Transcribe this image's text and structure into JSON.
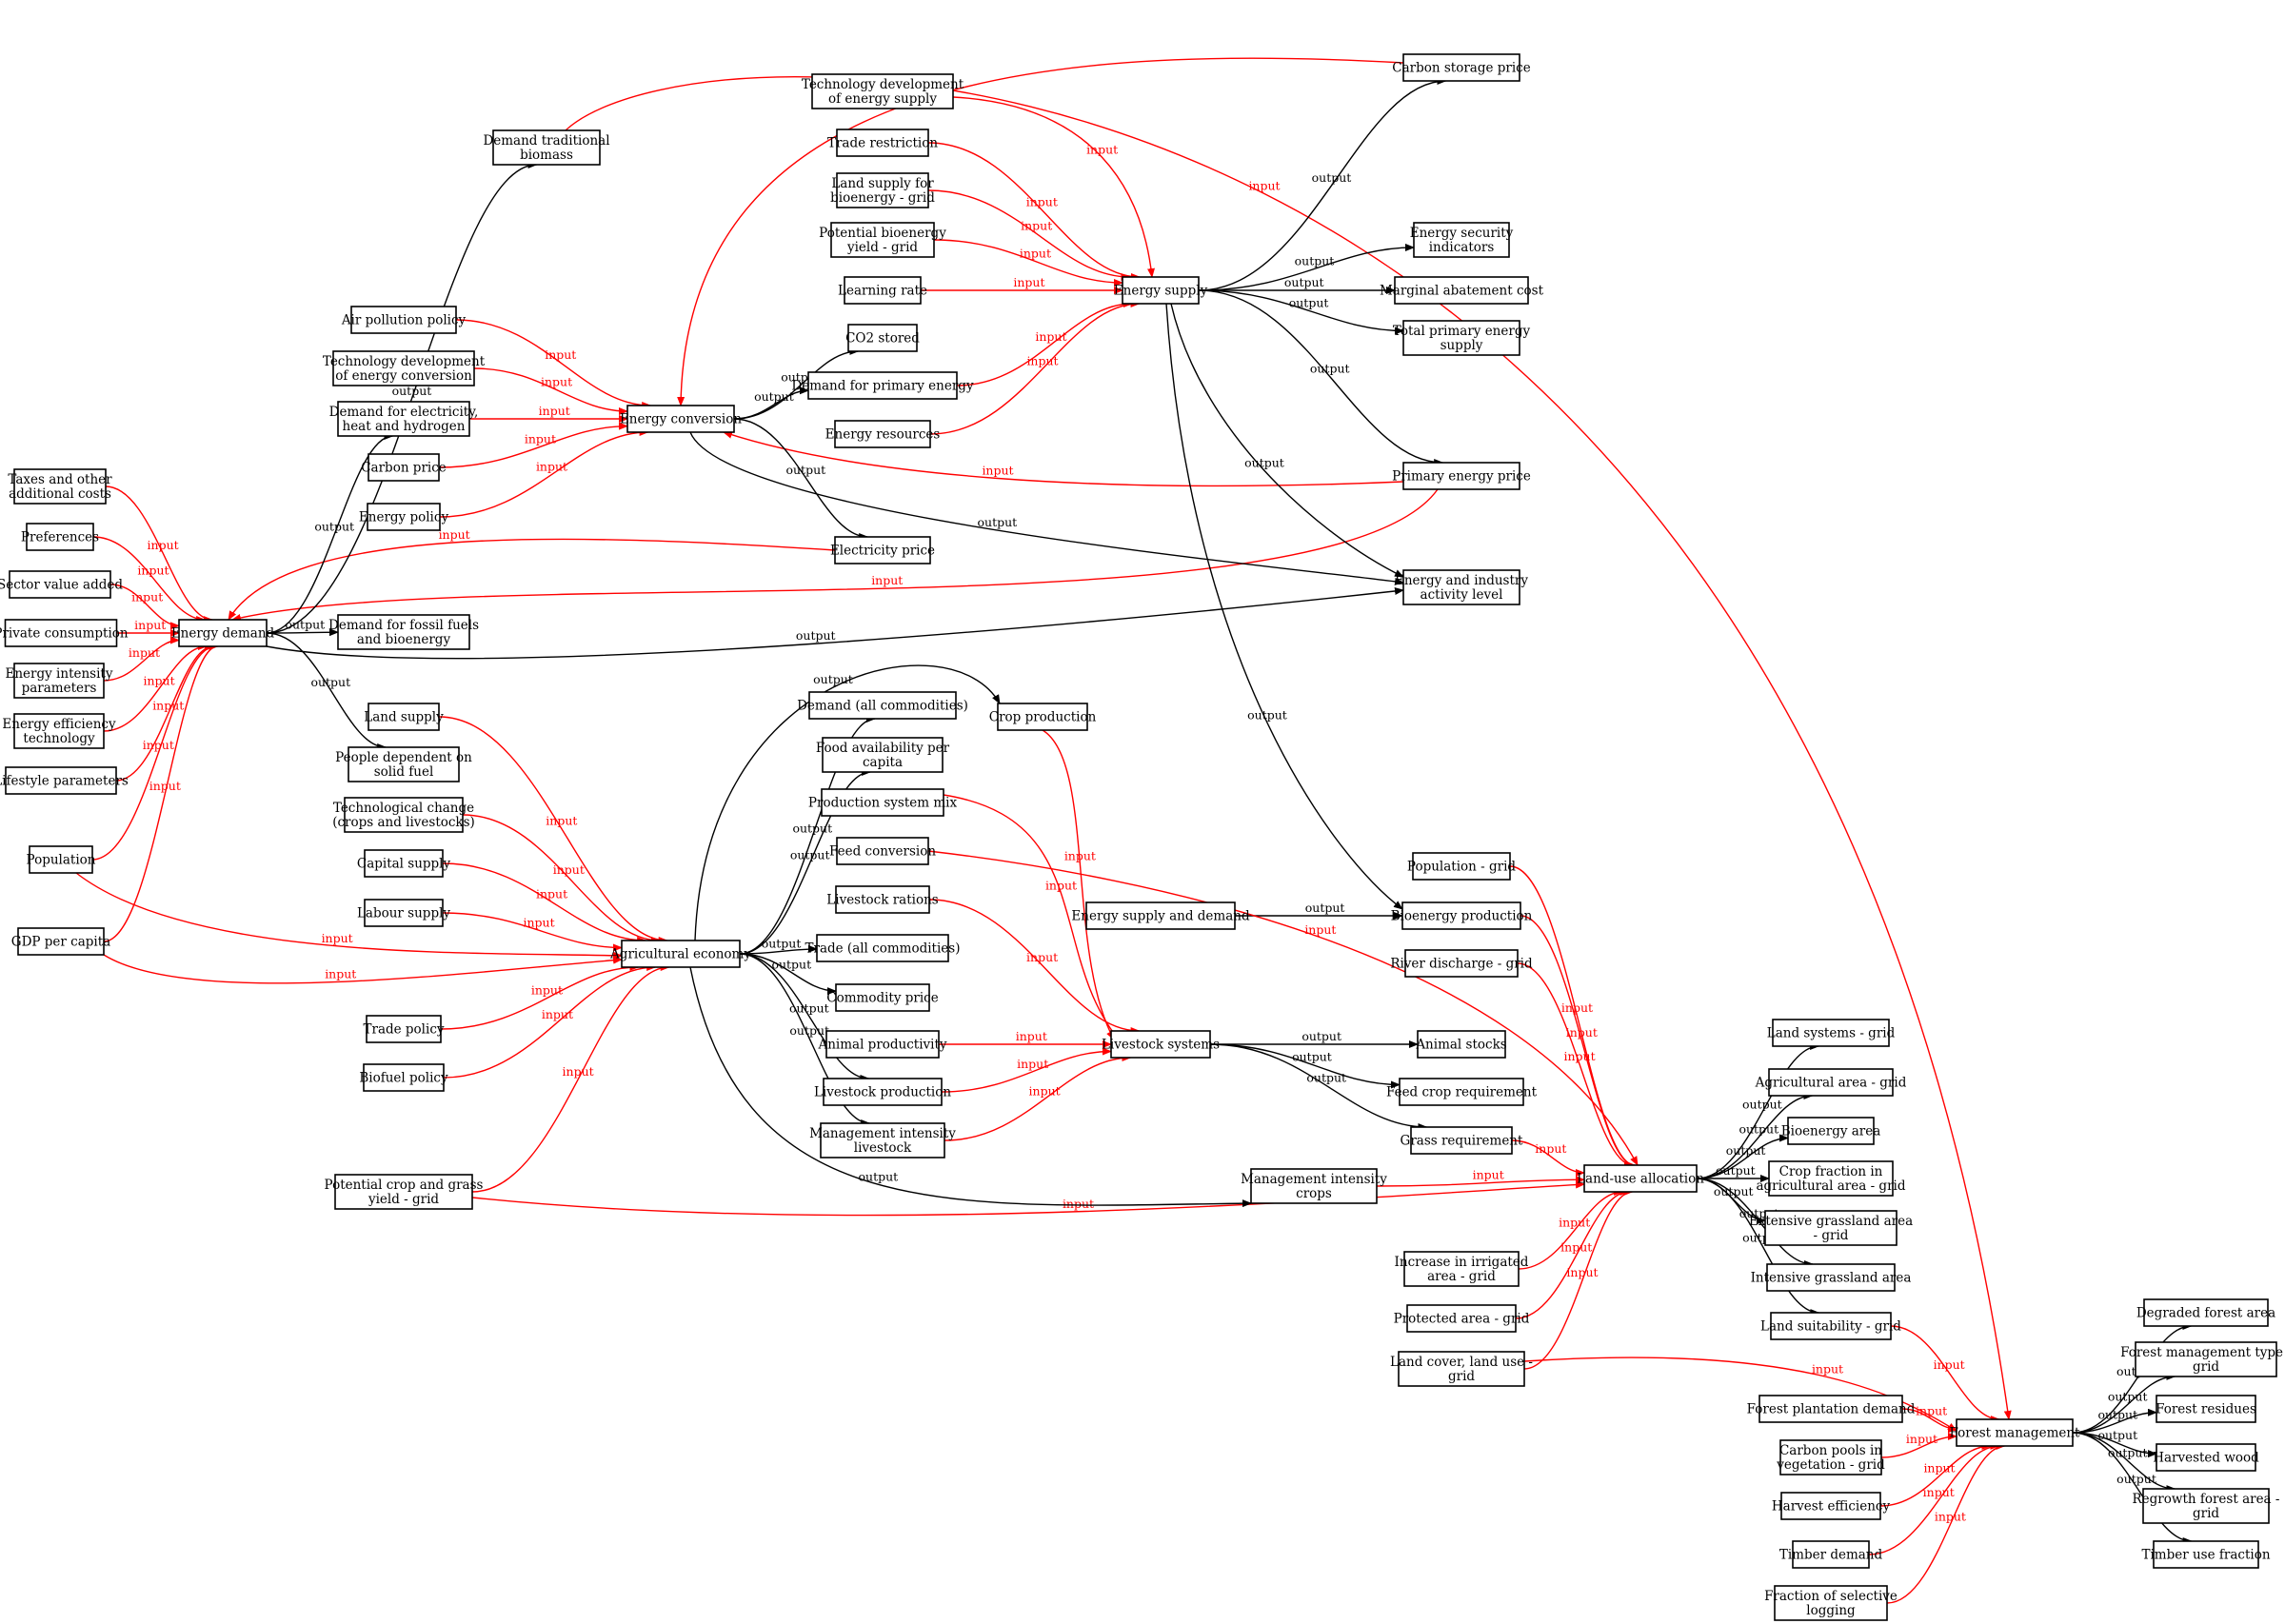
{
  "edge_labels": {
    "input": "input",
    "output": "output"
  },
  "colors": {
    "input": "#ff0000",
    "output": "#000000"
  },
  "nodes": [
    {
      "id": "taxes",
      "lines": [
        "Taxes and other",
        "additional costs"
      ]
    },
    {
      "id": "preferences",
      "lines": [
        "Preferences"
      ]
    },
    {
      "id": "sector_value",
      "lines": [
        "Sector value added"
      ]
    },
    {
      "id": "private_consumption",
      "lines": [
        "Private consumption"
      ]
    },
    {
      "id": "energy_intensity",
      "lines": [
        "Energy intensity",
        "parameters"
      ]
    },
    {
      "id": "energy_efficiency",
      "lines": [
        "Energy efficiency",
        "technology"
      ]
    },
    {
      "id": "lifestyle",
      "lines": [
        "Lifestyle parameters"
      ]
    },
    {
      "id": "population",
      "lines": [
        "Population"
      ]
    },
    {
      "id": "gdp",
      "lines": [
        "GDP per capita"
      ]
    },
    {
      "id": "energy_demand",
      "lines": [
        "Energy demand"
      ]
    },
    {
      "id": "demand_trad_biomass",
      "lines": [
        "Demand traditional",
        "biomass"
      ]
    },
    {
      "id": "air_pollution",
      "lines": [
        "Air pollution policy"
      ]
    },
    {
      "id": "tech_conv",
      "lines": [
        "Technology development",
        "of energy conversion"
      ]
    },
    {
      "id": "demand_elec",
      "lines": [
        "Demand for electricity,",
        "heat and hydrogen"
      ]
    },
    {
      "id": "carbon_price",
      "lines": [
        "Carbon price"
      ]
    },
    {
      "id": "energy_policy",
      "lines": [
        "Energy policy"
      ]
    },
    {
      "id": "demand_fossil",
      "lines": [
        "Demand for fossil fuels",
        "and bioenergy"
      ]
    },
    {
      "id": "land_supply",
      "lines": [
        "Land supply"
      ]
    },
    {
      "id": "people_solid",
      "lines": [
        "People dependent on",
        "solid fuel"
      ]
    },
    {
      "id": "tech_change",
      "lines": [
        "Technological change",
        "(crops and livestocks)"
      ]
    },
    {
      "id": "capital_supply",
      "lines": [
        "Capital supply"
      ]
    },
    {
      "id": "labour_supply",
      "lines": [
        "Labour supply"
      ]
    },
    {
      "id": "trade_policy",
      "lines": [
        "Trade policy"
      ]
    },
    {
      "id": "biofuel_policy",
      "lines": [
        "Biofuel policy"
      ]
    },
    {
      "id": "potential_crop",
      "lines": [
        "Potential crop and grass",
        "yield - grid"
      ]
    },
    {
      "id": "energy_conversion",
      "lines": [
        "Energy conversion"
      ]
    },
    {
      "id": "agri_economy",
      "lines": [
        "Agricultural economy"
      ]
    },
    {
      "id": "tech_supply",
      "lines": [
        "Technology development",
        "of energy supply"
      ]
    },
    {
      "id": "trade_restriction",
      "lines": [
        "Trade restriction"
      ]
    },
    {
      "id": "land_supply_bio",
      "lines": [
        "Land supply for",
        "bioenergy - grid"
      ]
    },
    {
      "id": "potential_bio_yield",
      "lines": [
        "Potential bioenergy",
        "yield - grid"
      ]
    },
    {
      "id": "learning_rate",
      "lines": [
        "Learning rate"
      ]
    },
    {
      "id": "co2_stored",
      "lines": [
        "CO2 stored"
      ]
    },
    {
      "id": "demand_primary",
      "lines": [
        "Demand for primary energy"
      ]
    },
    {
      "id": "energy_resources",
      "lines": [
        "Energy resources"
      ]
    },
    {
      "id": "electricity_price",
      "lines": [
        "Electricity price"
      ]
    },
    {
      "id": "demand_all",
      "lines": [
        "Demand (all commodities)"
      ]
    },
    {
      "id": "food_avail",
      "lines": [
        "Food availability per",
        "capita"
      ]
    },
    {
      "id": "prod_system_mix",
      "lines": [
        "Production system mix"
      ]
    },
    {
      "id": "feed_conversion",
      "lines": [
        "Feed conversion"
      ]
    },
    {
      "id": "livestock_rations",
      "lines": [
        "Livestock rations"
      ]
    },
    {
      "id": "trade_all",
      "lines": [
        "Trade (all commodities)"
      ]
    },
    {
      "id": "commodity_price",
      "lines": [
        "Commodity price"
      ]
    },
    {
      "id": "animal_productivity",
      "lines": [
        "Animal productivity"
      ]
    },
    {
      "id": "livestock_production",
      "lines": [
        "Livestock production"
      ]
    },
    {
      "id": "mgmt_livestock",
      "lines": [
        "Management intensity",
        "livestock"
      ]
    },
    {
      "id": "crop_production",
      "lines": [
        "Crop production"
      ]
    },
    {
      "id": "energy_supply",
      "lines": [
        "Energy supply"
      ]
    },
    {
      "id": "energy_sd",
      "lines": [
        "Energy supply and demand"
      ]
    },
    {
      "id": "livestock_systems",
      "lines": [
        "Livestock systems"
      ]
    },
    {
      "id": "mgmt_crops",
      "lines": [
        "Management intensity",
        "crops"
      ]
    },
    {
      "id": "carbon_storage",
      "lines": [
        "Carbon storage price"
      ]
    },
    {
      "id": "energy_security",
      "lines": [
        "Energy security",
        "indicators"
      ]
    },
    {
      "id": "marginal_abatement",
      "lines": [
        "Marginal abatement cost"
      ]
    },
    {
      "id": "total_primary",
      "lines": [
        "Total primary energy",
        "supply"
      ]
    },
    {
      "id": "primary_price",
      "lines": [
        "Primary energy price"
      ]
    },
    {
      "id": "energy_industry",
      "lines": [
        "Energy and industry",
        "activity level"
      ]
    },
    {
      "id": "population_grid",
      "lines": [
        "Population - grid"
      ]
    },
    {
      "id": "bioenergy_production",
      "lines": [
        "Bioenergy production"
      ]
    },
    {
      "id": "river_discharge",
      "lines": [
        "River discharge - grid"
      ]
    },
    {
      "id": "animal_stocks",
      "lines": [
        "Animal stocks"
      ]
    },
    {
      "id": "feed_crop",
      "lines": [
        "Feed crop requirement"
      ]
    },
    {
      "id": "grass_requirement",
      "lines": [
        "Grass requirement"
      ]
    },
    {
      "id": "irrigated",
      "lines": [
        "Increase in irrigated",
        "area - grid"
      ]
    },
    {
      "id": "protected",
      "lines": [
        "Protected area - grid"
      ]
    },
    {
      "id": "land_cover",
      "lines": [
        "Land cover, land use -",
        "grid"
      ]
    },
    {
      "id": "land_use_alloc",
      "lines": [
        "Land-use allocation"
      ]
    },
    {
      "id": "land_systems",
      "lines": [
        "Land systems - grid"
      ]
    },
    {
      "id": "agri_area",
      "lines": [
        "Agricultural area - grid"
      ]
    },
    {
      "id": "bioenergy_area",
      "lines": [
        "Bioenergy area"
      ]
    },
    {
      "id": "crop_fraction",
      "lines": [
        "Crop fraction in",
        "agricultural area - grid"
      ]
    },
    {
      "id": "extensive_grass",
      "lines": [
        "Extensive grassland area",
        "- grid"
      ]
    },
    {
      "id": "intensive_grass",
      "lines": [
        "Intensive grassland area"
      ]
    },
    {
      "id": "land_suitability",
      "lines": [
        "Land suitability - grid"
      ]
    },
    {
      "id": "forest_plantation",
      "lines": [
        "Forest plantation demand"
      ]
    },
    {
      "id": "carbon_pools",
      "lines": [
        "Carbon pools in",
        "vegetation - grid"
      ]
    },
    {
      "id": "harvest_efficiency",
      "lines": [
        "Harvest efficiency"
      ]
    },
    {
      "id": "timber_demand",
      "lines": [
        "Timber demand"
      ]
    },
    {
      "id": "selective_logging",
      "lines": [
        "Fraction of selective",
        "logging"
      ]
    },
    {
      "id": "forest_management",
      "lines": [
        "Forest management"
      ]
    },
    {
      "id": "degraded_forest",
      "lines": [
        "Degraded forest area"
      ]
    },
    {
      "id": "forest_mgmt_type",
      "lines": [
        "Forest management type -",
        "grid"
      ]
    },
    {
      "id": "forest_residues",
      "lines": [
        "Forest residues"
      ]
    },
    {
      "id": "harvested_wood",
      "lines": [
        "Harvested wood"
      ]
    },
    {
      "id": "regrowth_forest",
      "lines": [
        "Regrowth forest area -",
        "grid"
      ]
    },
    {
      "id": "timber_use",
      "lines": [
        "Timber use fraction"
      ]
    }
  ],
  "edges": [
    {
      "from": "taxes",
      "to": "energy_demand",
      "kind": "input"
    },
    {
      "from": "preferences",
      "to": "energy_demand",
      "kind": "input"
    },
    {
      "from": "sector_value",
      "to": "energy_demand",
      "kind": "input"
    },
    {
      "from": "private_consumption",
      "to": "energy_demand",
      "kind": "input"
    },
    {
      "from": "energy_intensity",
      "to": "energy_demand",
      "kind": "input"
    },
    {
      "from": "energy_efficiency",
      "to": "energy_demand",
      "kind": "input"
    },
    {
      "from": "lifestyle",
      "to": "energy_demand",
      "kind": "input"
    },
    {
      "from": "population",
      "to": "energy_demand",
      "kind": "input"
    },
    {
      "from": "gdp",
      "to": "energy_demand",
      "kind": "input"
    },
    {
      "from": "electricity_price",
      "to": "energy_demand",
      "kind": "input"
    },
    {
      "from": "primary_price",
      "to": "energy_demand",
      "kind": "input"
    },
    {
      "from": "energy_demand",
      "to": "demand_trad_biomass",
      "kind": "output"
    },
    {
      "from": "energy_demand",
      "to": "demand_elec",
      "kind": "output"
    },
    {
      "from": "energy_demand",
      "to": "demand_fossil",
      "kind": "output"
    },
    {
      "from": "energy_demand",
      "to": "people_solid",
      "kind": "output"
    },
    {
      "from": "energy_demand",
      "to": "energy_industry",
      "kind": "output"
    },
    {
      "from": "demand_trad_biomass",
      "to": "forest_management",
      "kind": "input"
    },
    {
      "from": "air_pollution",
      "to": "energy_conversion",
      "kind": "input"
    },
    {
      "from": "tech_conv",
      "to": "energy_conversion",
      "kind": "input"
    },
    {
      "from": "demand_elec",
      "to": "energy_conversion",
      "kind": "input"
    },
    {
      "from": "carbon_price",
      "to": "energy_conversion",
      "kind": "input"
    },
    {
      "from": "energy_policy",
      "to": "energy_conversion",
      "kind": "input"
    },
    {
      "from": "carbon_storage",
      "to": "energy_conversion",
      "kind": "input"
    },
    {
      "from": "primary_price",
      "to": "energy_conversion",
      "kind": "input"
    },
    {
      "from": "energy_conversion",
      "to": "co2_stored",
      "kind": "output"
    },
    {
      "from": "energy_conversion",
      "to": "demand_primary",
      "kind": "output"
    },
    {
      "from": "energy_conversion",
      "to": "electricity_price",
      "kind": "output"
    },
    {
      "from": "energy_conversion",
      "to": "energy_industry",
      "kind": "output"
    },
    {
      "from": "tech_supply",
      "to": "energy_supply",
      "kind": "input"
    },
    {
      "from": "trade_restriction",
      "to": "energy_supply",
      "kind": "input"
    },
    {
      "from": "land_supply_bio",
      "to": "energy_supply",
      "kind": "input"
    },
    {
      "from": "potential_bio_yield",
      "to": "energy_supply",
      "kind": "input"
    },
    {
      "from": "learning_rate",
      "to": "energy_supply",
      "kind": "input"
    },
    {
      "from": "demand_primary",
      "to": "energy_supply",
      "kind": "input"
    },
    {
      "from": "energy_resources",
      "to": "energy_supply",
      "kind": "input"
    },
    {
      "from": "energy_supply",
      "to": "carbon_storage",
      "kind": "output"
    },
    {
      "from": "energy_supply",
      "to": "energy_security",
      "kind": "output"
    },
    {
      "from": "energy_supply",
      "to": "marginal_abatement",
      "kind": "output"
    },
    {
      "from": "energy_supply",
      "to": "total_primary",
      "kind": "output"
    },
    {
      "from": "energy_supply",
      "to": "primary_price",
      "kind": "output"
    },
    {
      "from": "energy_supply",
      "to": "energy_industry",
      "kind": "output"
    },
    {
      "from": "energy_supply",
      "to": "bioenergy_production",
      "kind": "output"
    },
    {
      "from": "energy_sd",
      "to": "bioenergy_production",
      "kind": "output"
    },
    {
      "from": "land_supply",
      "to": "agri_economy",
      "kind": "input"
    },
    {
      "from": "tech_change",
      "to": "agri_economy",
      "kind": "input"
    },
    {
      "from": "capital_supply",
      "to": "agri_economy",
      "kind": "input"
    },
    {
      "from": "labour_supply",
      "to": "agri_economy",
      "kind": "input"
    },
    {
      "from": "population",
      "to": "agri_economy",
      "kind": "input"
    },
    {
      "from": "gdp",
      "to": "agri_economy",
      "kind": "input"
    },
    {
      "from": "trade_policy",
      "to": "agri_economy",
      "kind": "input"
    },
    {
      "from": "biofuel_policy",
      "to": "agri_economy",
      "kind": "input"
    },
    {
      "from": "potential_crop",
      "to": "agri_economy",
      "kind": "input"
    },
    {
      "from": "potential_crop",
      "to": "land_use_alloc",
      "kind": "input"
    },
    {
      "from": "agri_economy",
      "to": "crop_production",
      "kind": "output"
    },
    {
      "from": "agri_economy",
      "to": "demand_all",
      "kind": "output"
    },
    {
      "from": "agri_economy",
      "to": "food_avail",
      "kind": "output"
    },
    {
      "from": "agri_economy",
      "to": "trade_all",
      "kind": "output"
    },
    {
      "from": "agri_economy",
      "to": "commodity_price",
      "kind": "output"
    },
    {
      "from": "agri_economy",
      "to": "livestock_production",
      "kind": "output"
    },
    {
      "from": "agri_economy",
      "to": "mgmt_livestock",
      "kind": "output"
    },
    {
      "from": "agri_economy",
      "to": "mgmt_crops",
      "kind": "output"
    },
    {
      "from": "crop_production",
      "to": "livestock_systems",
      "kind": "input"
    },
    {
      "from": "prod_system_mix",
      "to": "livestock_systems",
      "kind": "input"
    },
    {
      "from": "feed_conversion",
      "to": "land_use_alloc",
      "kind": "input"
    },
    {
      "from": "livestock_rations",
      "to": "livestock_systems",
      "kind": "input"
    },
    {
      "from": "animal_productivity",
      "to": "livestock_systems",
      "kind": "input"
    },
    {
      "from": "livestock_production",
      "to": "livestock_systems",
      "kind": "input"
    },
    {
      "from": "mgmt_livestock",
      "to": "livestock_systems",
      "kind": "input"
    },
    {
      "from": "livestock_systems",
      "to": "animal_stocks",
      "kind": "output"
    },
    {
      "from": "livestock_systems",
      "to": "feed_crop",
      "kind": "output"
    },
    {
      "from": "livestock_systems",
      "to": "grass_requirement",
      "kind": "output"
    },
    {
      "from": "grass_requirement",
      "to": "land_use_alloc",
      "kind": "input"
    },
    {
      "from": "mgmt_crops",
      "to": "land_use_alloc",
      "kind": "input"
    },
    {
      "from": "population_grid",
      "to": "land_use_alloc",
      "kind": "input"
    },
    {
      "from": "bioenergy_production",
      "to": "land_use_alloc",
      "kind": "input"
    },
    {
      "from": "river_discharge",
      "to": "land_use_alloc",
      "kind": "input"
    },
    {
      "from": "irrigated",
      "to": "land_use_alloc",
      "kind": "input"
    },
    {
      "from": "protected",
      "to": "land_use_alloc",
      "kind": "input"
    },
    {
      "from": "land_cover",
      "to": "land_use_alloc",
      "kind": "input"
    },
    {
      "from": "land_use_alloc",
      "to": "land_systems",
      "kind": "output"
    },
    {
      "from": "land_use_alloc",
      "to": "agri_area",
      "kind": "output"
    },
    {
      "from": "land_use_alloc",
      "to": "bioenergy_area",
      "kind": "output"
    },
    {
      "from": "land_use_alloc",
      "to": "crop_fraction",
      "kind": "output"
    },
    {
      "from": "land_use_alloc",
      "to": "extensive_grass",
      "kind": "output"
    },
    {
      "from": "land_use_alloc",
      "to": "intensive_grass",
      "kind": "output"
    },
    {
      "from": "land_use_alloc",
      "to": "land_suitability",
      "kind": "output"
    },
    {
      "from": "land_suitability",
      "to": "forest_management",
      "kind": "input"
    },
    {
      "from": "land_cover",
      "to": "forest_management",
      "kind": "input"
    },
    {
      "from": "forest_plantation",
      "to": "forest_management",
      "kind": "input"
    },
    {
      "from": "carbon_pools",
      "to": "forest_management",
      "kind": "input"
    },
    {
      "from": "harvest_efficiency",
      "to": "forest_management",
      "kind": "input"
    },
    {
      "from": "timber_demand",
      "to": "forest_management",
      "kind": "input"
    },
    {
      "from": "selective_logging",
      "to": "forest_management",
      "kind": "input"
    },
    {
      "from": "forest_management",
      "to": "degraded_forest",
      "kind": "output"
    },
    {
      "from": "forest_management",
      "to": "forest_mgmt_type",
      "kind": "output"
    },
    {
      "from": "forest_management",
      "to": "forest_residues",
      "kind": "output"
    },
    {
      "from": "forest_management",
      "to": "harvested_wood",
      "kind": "output"
    },
    {
      "from": "forest_management",
      "to": "regrowth_forest",
      "kind": "output"
    },
    {
      "from": "forest_management",
      "to": "timber_use",
      "kind": "output"
    }
  ]
}
